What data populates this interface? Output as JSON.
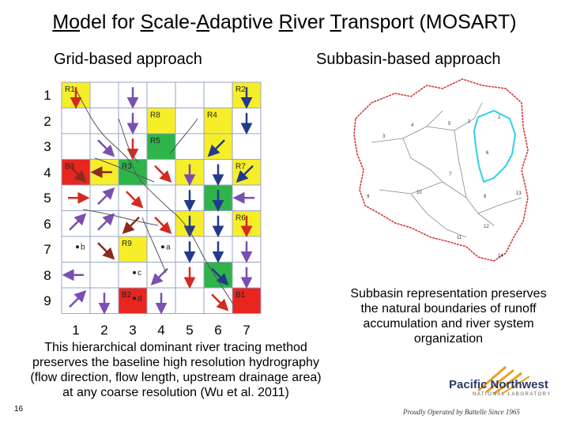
{
  "slide": {
    "title_parts": [
      {
        "text": "Mo",
        "u": true
      },
      {
        "text": "del for ",
        "u": false
      },
      {
        "text": "S",
        "u": true
      },
      {
        "text": "cale-",
        "u": false
      },
      {
        "text": "A",
        "u": true
      },
      {
        "text": "daptive ",
        "u": false
      },
      {
        "text": "R",
        "u": true
      },
      {
        "text": "iver ",
        "u": false
      },
      {
        "text": "T",
        "u": true
      },
      {
        "text": "ransport (MOSART)",
        "u": false
      }
    ],
    "grid_heading": "Grid-based approach",
    "subbasin_heading": "Subbasin-based approach",
    "grid_caption": "This hierarchical dominant river tracing method preserves the baseline high resolution hydrography (flow direction, flow length, upstream drainage area) at any coarse resolution (Wu et al. 2011)",
    "subbasin_caption": "Subbasin representation preserves the natural boundaries of runoff accumulation and river system organization",
    "slide_number": "16",
    "logo_name": "Pacific Northwest",
    "logo_lab": "NATIONAL LABORATORY",
    "logo_tagline": "Proudly Operated by Battelle Since 1965"
  },
  "grid": {
    "row_labels": [
      "1",
      "2",
      "3",
      "4",
      "5",
      "6",
      "7",
      "8",
      "9"
    ],
    "col_labels": [
      "1",
      "2",
      "3",
      "4",
      "5",
      "6",
      "7"
    ],
    "colors": {
      "red": "#e8251f",
      "yellow": "#f7ee2a",
      "green": "#2fb44a",
      "blue": "#233a8c",
      "gridline": "#9aa4c8"
    },
    "cells": [
      {
        "row": 1,
        "col": 1,
        "label": "R1",
        "color": "yellow"
      },
      {
        "row": 1,
        "col": 7,
        "label": "R2",
        "color": "yellow"
      },
      {
        "row": 2,
        "col": 4,
        "label": "R8",
        "color": "yellow"
      },
      {
        "row": 2,
        "col": 6,
        "label": "R4",
        "color": "yellow"
      },
      {
        "row": 3,
        "col": 4,
        "label": "R5",
        "color": "green"
      },
      {
        "row": 3,
        "col": 6,
        "label": "",
        "color": "yellow"
      },
      {
        "row": 4,
        "col": 1,
        "label": "B3",
        "color": "red"
      },
      {
        "row": 4,
        "col": 3,
        "label": "R3",
        "color": "green"
      },
      {
        "row": 4,
        "col": 7,
        "label": "R7",
        "color": "yellow"
      },
      {
        "row": 4,
        "col": 2,
        "label": "",
        "color": "yellow"
      },
      {
        "row": 4,
        "col": 5,
        "label": "",
        "color": "yellow"
      },
      {
        "row": 5,
        "col": 6,
        "label": "",
        "color": "green"
      },
      {
        "row": 6,
        "col": 5,
        "label": "",
        "color": "yellow"
      },
      {
        "row": 6,
        "col": 7,
        "label": "R6",
        "color": "yellow"
      },
      {
        "row": 7,
        "col": 3,
        "label": "R9",
        "color": "yellow"
      },
      {
        "row": 8,
        "col": 6,
        "label": "",
        "color": "green"
      },
      {
        "row": 9,
        "col": 3,
        "label": "B2",
        "color": "red"
      },
      {
        "row": 9,
        "col": 7,
        "label": "B1",
        "color": "red"
      }
    ],
    "point_labels": [
      {
        "text": "a",
        "row": 7,
        "col": 4
      },
      {
        "text": "b",
        "row": 7,
        "col": 1
      },
      {
        "text": "c",
        "row": 8,
        "col": 3
      },
      {
        "text": "d",
        "row": 9,
        "col": 3
      }
    ]
  },
  "subbasin_map": {
    "labels": [
      "1",
      "2",
      "3",
      "4",
      "5",
      "6",
      "7",
      "8",
      "9",
      "10",
      "11",
      "12",
      "13",
      "14"
    ],
    "outline_color": "#d23030",
    "highlight_color": "#2fd0e8"
  }
}
